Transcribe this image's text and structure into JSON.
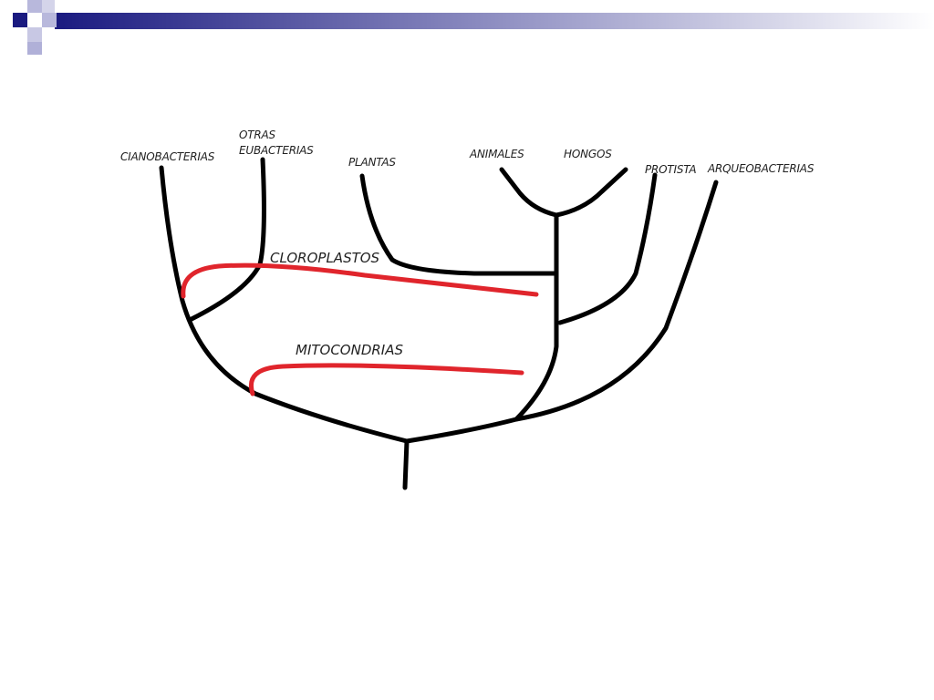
{
  "colors": {
    "header_dark": "#1a1a80",
    "header_light": "#ffffff",
    "branch": "#000000",
    "transfer": "#e0252c"
  },
  "leaves": {
    "cianobacterias": "CIANOBACTERIAS",
    "otras_eubacterias_line1": "OTRAS",
    "otras_eubacterias_line2": "EUBACTERIAS",
    "plantas": "PLANTAS",
    "animales": "ANIMALES",
    "hongos": "HONGOS",
    "protista": "PROTISTA",
    "arqueobacterias": "ARQUEOBACTERIAS"
  },
  "transfers": {
    "cloroplastos": "CLOROPLASTOS",
    "mitocondrias": "MITOCONDRIAS"
  }
}
